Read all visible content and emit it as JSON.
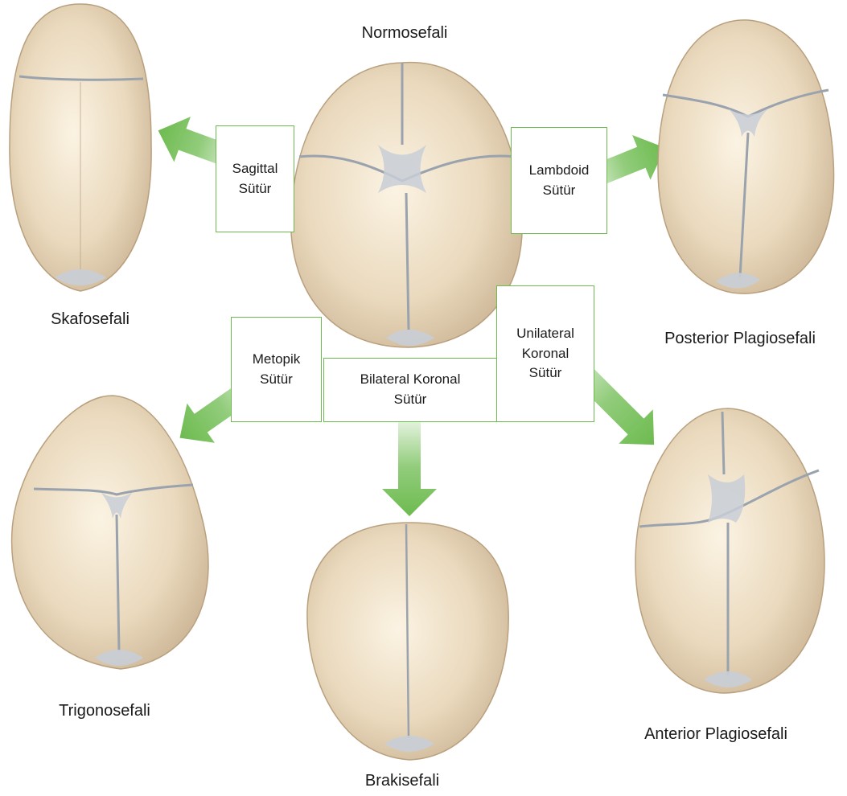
{
  "colors": {
    "arrow": "#6dbb4f",
    "bone": "#ead9bd",
    "suture": "#9aa3ad",
    "box_border": "#6dbb4f"
  },
  "labels": {
    "normo": "Normosefali",
    "skafo": "Skafosefali",
    "post_plagio": "Posterior Plagiosefali",
    "trigono": "Trigonosefali",
    "brakise": "Brakisefali",
    "ant_plagio": "Anterior Plagiosefali"
  },
  "sutures": {
    "sagittal": "Sagittal\nSütür",
    "lambdoid": "Lambdoid\nSütür",
    "metopik": "Metopik\nSütür",
    "bilateral": "Bilateral Koronal\nSütür",
    "unilateral": "Unilateral\nKoronal\nSütür"
  }
}
